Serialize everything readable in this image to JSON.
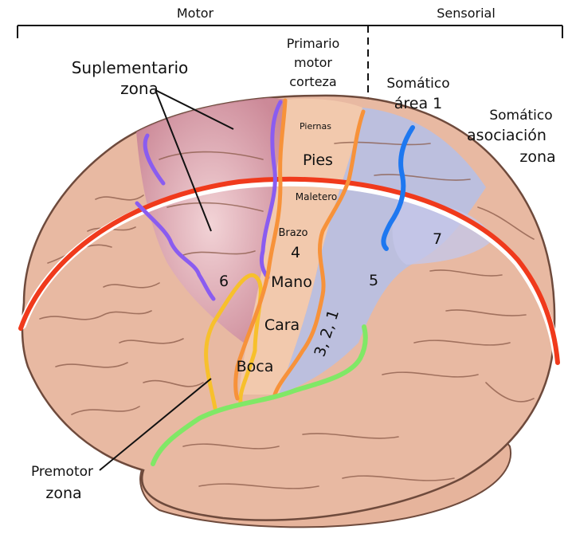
{
  "header": {
    "motor": "Motor",
    "sensory": "Sensorial"
  },
  "callouts": {
    "supplementary_line1": "Suplementario",
    "supplementary_line2": "zona",
    "primary_line1": "Primario",
    "primary_line2": "motor",
    "primary_line3": "corteza",
    "somatic_area_line1": "Somático",
    "somatic_area_line2": "área 1",
    "assoc_line1": "Somático",
    "assoc_line2": "asociación",
    "assoc_line3": "zona",
    "premotor_line1": "Premotor",
    "premotor_line2": "zona"
  },
  "body_map": {
    "legs": "Piernas",
    "feet": "Pies",
    "trunk": "Maletero",
    "arm": "Brazo",
    "hand": "Mano",
    "face": "Cara",
    "mouth": "Boca"
  },
  "area_numbers": {
    "a4": "4",
    "a6": "6",
    "a5": "5",
    "a7": "7",
    "a321": "3, 2, 1"
  },
  "colors": {
    "brain": "#e8b9a2",
    "brain_outline": "#6e4a3c",
    "supplementary_fill": "#cf8da0",
    "primary_motor_fill": "#f2c9ad",
    "somatic_fill": "#b9bfe2",
    "red_line": "#f03a1c",
    "purple_line": "#8a5cf0",
    "orange_line": "#f7923a",
    "yellow_line": "#f7c02c",
    "blue_line": "#1e78f0",
    "green_line": "#80e866"
  }
}
